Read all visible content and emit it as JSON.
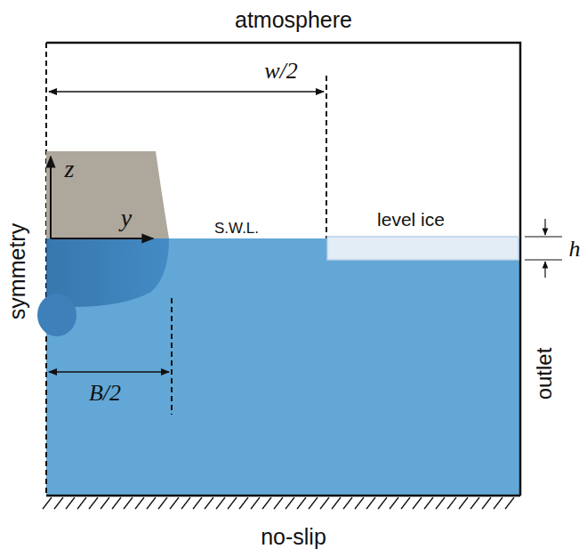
{
  "diagram": {
    "labels": [
      "atmosphere",
      "w/2",
      "z",
      "y",
      "S.W.L.",
      "level ice",
      "h",
      "symmetry",
      "B/2",
      "outlet",
      "no-slip"
    ]
  }
}
